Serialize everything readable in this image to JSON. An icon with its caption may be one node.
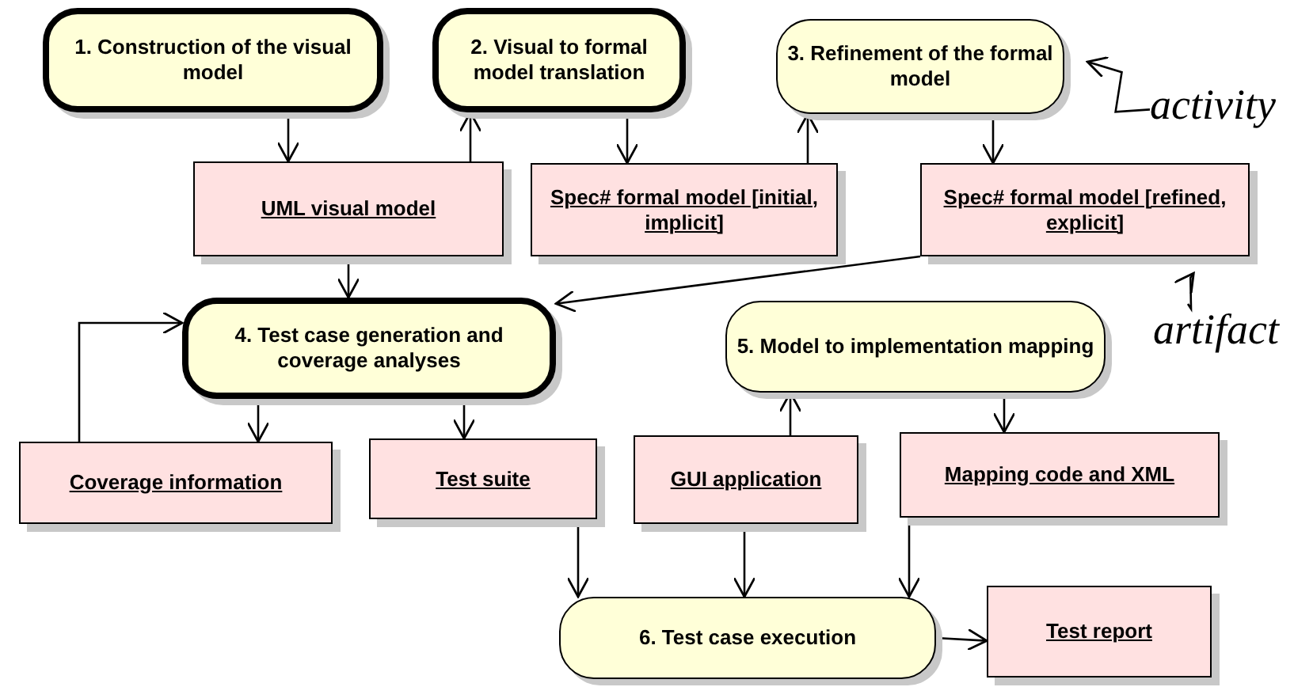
{
  "diagram": {
    "nodes": [
      {
        "text": [
          "1. Construction of the visual model"
        ]
      },
      {
        "text": [
          "2. Visual to formal model translation"
        ]
      },
      {
        "text": [
          "3. Refinement of the formal model"
        ]
      },
      {
        "text": [
          "activity"
        ]
      },
      {
        "text": [
          "UML visual model"
        ]
      },
      {
        "text": [
          "Spec# formal model [initial, implicit]"
        ]
      },
      {
        "text": [
          "Spec# formal model [refined, explicit]"
        ]
      },
      {
        "text": [
          "4. Test case generation and coverage analyses"
        ]
      },
      {
        "text": [
          "5. Model to implementation mapping"
        ]
      },
      {
        "text": [
          "artifact"
        ]
      },
      {
        "text": [
          "Coverage information"
        ]
      },
      {
        "text": [
          "Test suite"
        ]
      },
      {
        "text": [
          "GUI application"
        ]
      },
      {
        "text": [
          "Mapping code and XML"
        ]
      },
      {
        "text": [
          "6. Test case execution"
        ]
      },
      {
        "text": [
          "Test report"
        ]
      }
    ],
    "edges": [
      {
        "from": 0,
        "to": 4,
        "arrow": "to"
      },
      {
        "from": 4,
        "to": 1,
        "arrow": "to"
      },
      {
        "from": 1,
        "to": 5,
        "arrow": "to"
      },
      {
        "from": 5,
        "to": 2,
        "arrow": "to"
      },
      {
        "from": 2,
        "to": 6,
        "arrow": "to"
      },
      {
        "from": 6,
        "to": 7,
        "arrow": "to"
      },
      {
        "from": 4,
        "to": 7,
        "arrow": "to"
      },
      {
        "from": 7,
        "to": 10,
        "arrow": "to"
      },
      {
        "from": 10,
        "to": 7,
        "arrow": "to"
      },
      {
        "from": 7,
        "to": 11,
        "arrow": "to"
      },
      {
        "from": 11,
        "to": 14,
        "arrow": "to"
      },
      {
        "from": 12,
        "to": 8,
        "arrow": "to"
      },
      {
        "from": 8,
        "to": 13,
        "arrow": "to"
      },
      {
        "from": 12,
        "to": 14,
        "arrow": "to"
      },
      {
        "from": 13,
        "to": 14,
        "arrow": "to"
      },
      {
        "from": 14,
        "to": 15,
        "arrow": "to"
      },
      {
        "from": 3,
        "to": 2,
        "arrow": "to"
      },
      {
        "from": 9,
        "to": 6,
        "arrow": "to"
      }
    ]
  }
}
